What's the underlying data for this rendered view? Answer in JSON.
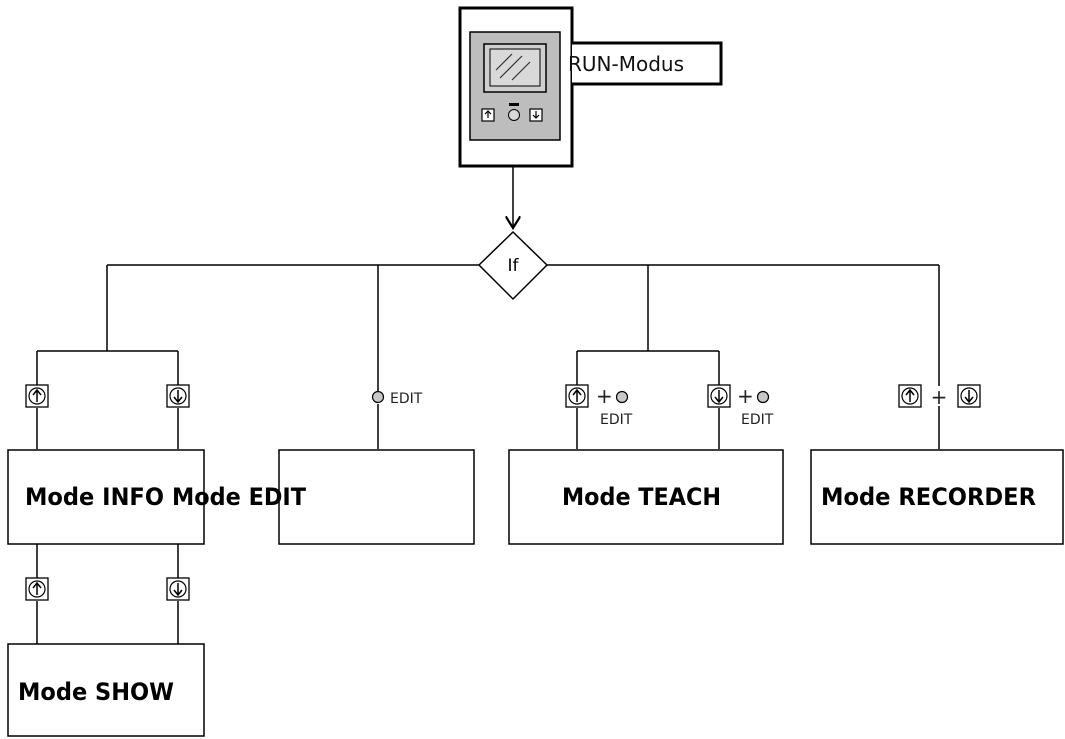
{
  "device": {
    "label": "RUN-Modus",
    "up_icon": "arrow-up-key-icon",
    "down_icon": "arrow-down-key-icon",
    "edit_icon": "edit-key-icon"
  },
  "decision": {
    "label": "If"
  },
  "modes": {
    "info": "Mode INFO",
    "edit": "Mode EDIT",
    "teach": "Mode TEACH",
    "recorder": "Mode RECORDER",
    "show": "Mode SHOW"
  },
  "keys": {
    "edit_label": "EDIT",
    "plus": "+"
  }
}
